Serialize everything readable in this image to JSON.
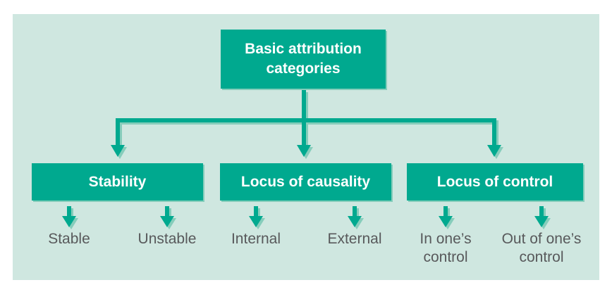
{
  "colors": {
    "accent": "#00a98f",
    "arrow-shadow": "#86cdbb",
    "panel-bg": "#cfe7e0",
    "box-text": "#ffffff",
    "label-text": "#58595b",
    "page-bg": "#ffffff"
  },
  "diagram": {
    "root": {
      "label": "Basic attribution categories"
    },
    "branches": [
      {
        "label": "Stability",
        "children": [
          "Stable",
          "Unstable"
        ]
      },
      {
        "label": "Locus of causality",
        "children": [
          "Internal",
          "External"
        ]
      },
      {
        "label": "Locus of control",
        "children": [
          "In one’s control",
          "Out of one’s control"
        ]
      }
    ]
  }
}
